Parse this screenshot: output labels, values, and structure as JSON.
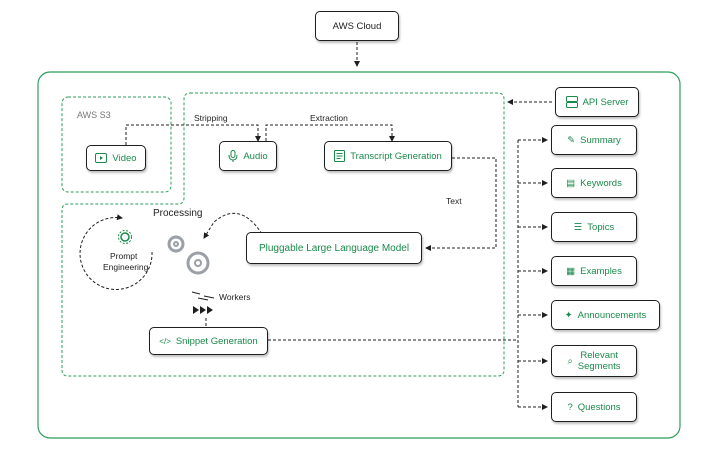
{
  "top": {
    "aws_cloud": "AWS Cloud"
  },
  "s3": {
    "label": "AWS S3",
    "video": "Video"
  },
  "pipeline": {
    "stripping": "Stripping",
    "extraction": "Extraction",
    "audio": "Audio",
    "transcript": "Transcript Generation",
    "text": "Text",
    "processing": "Processing",
    "prompt_engineering_line1": "Prompt",
    "prompt_engineering_line2": "Engineering",
    "llm": "Pluggable Large Language Model",
    "workers": "Workers",
    "snippet": "Snippet Generation"
  },
  "outputs": {
    "api_server": "API Server",
    "items": [
      {
        "label": "Summary",
        "icon": "summary-icon"
      },
      {
        "label": "Keywords",
        "icon": "keywords-icon"
      },
      {
        "label": "Topics",
        "icon": "topics-icon"
      },
      {
        "label": "Examples",
        "icon": "examples-icon"
      },
      {
        "label": "Announcements",
        "icon": "announcements-icon"
      },
      {
        "label": "Relevant",
        "label2": "Segments",
        "icon": "relevant-segments-icon"
      },
      {
        "label": "Questions",
        "icon": "questions-icon"
      }
    ]
  },
  "colors": {
    "green": "#1a8a4a",
    "border": "#1f1f1f",
    "frame": "#2e9e5b"
  }
}
